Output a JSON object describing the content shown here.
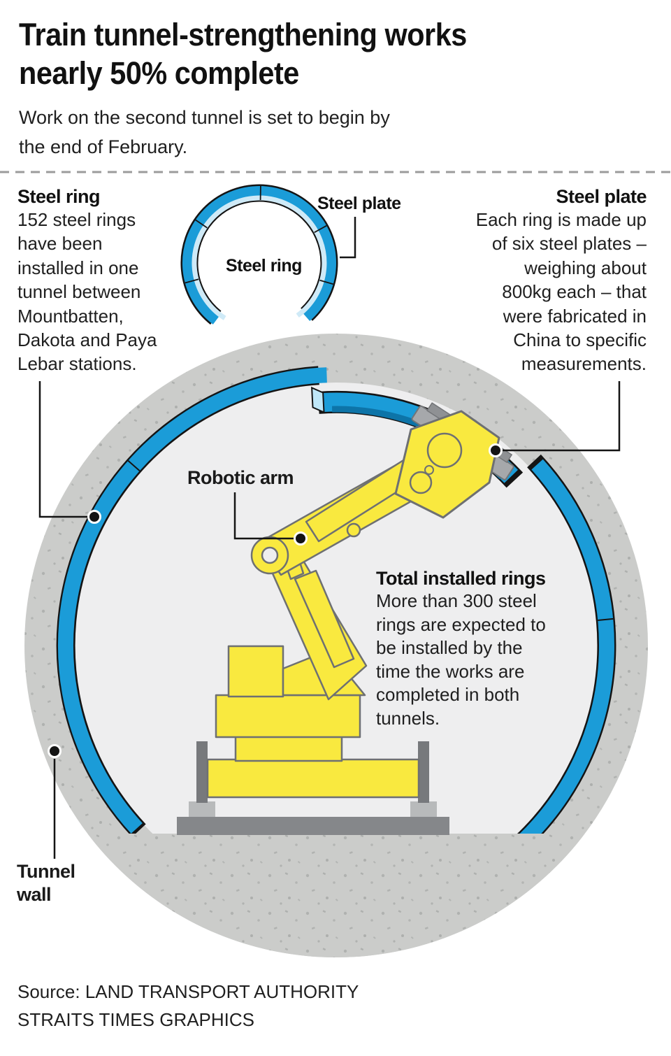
{
  "header": {
    "title_lines": [
      "Train tunnel-strengthening works",
      "nearly 50% complete"
    ],
    "subtitle_lines": [
      "Work on the second tunnel is set to begin by",
      "the end of February."
    ]
  },
  "mini_diagram": {
    "ring_label": "Steel ring",
    "plate_label": "Steel plate"
  },
  "blocks": {
    "steel_ring": {
      "heading": "Steel ring",
      "lines": [
        "152 steel rings",
        "have been",
        "installed in one",
        "tunnel between",
        "Mountbatten,",
        "Dakota and Paya",
        "Lebar stations."
      ]
    },
    "steel_plate": {
      "heading": "Steel plate",
      "lines": [
        "Each ring is made up",
        "of six steel plates –",
        "weighing about",
        "800kg each – that",
        "were fabricated in",
        "China to specific",
        "measurements."
      ]
    },
    "total_rings": {
      "heading": "Total installed rings",
      "lines": [
        "More than 300 steel",
        "rings are expected to",
        "be installed by the",
        "time the works are",
        "completed in both",
        "tunnels."
      ]
    },
    "robotic_arm_label": "Robotic arm",
    "tunnel_wall_lines": [
      "Tunnel",
      "wall"
    ]
  },
  "footer": {
    "source_lines": [
      "Source: LAND TRANSPORT AUTHORITY",
      "STRAITS TIMES GRAPHICS"
    ]
  },
  "colors": {
    "steel_blue": "#1b9cd8",
    "steel_blue_dark": "#0d74a8",
    "steel_blue_light": "#bfe7f8",
    "tunnel_wall_gray": "#cbccca",
    "tunnel_interior_gray": "#eeeeef",
    "machine_yellow": "#f9e93f",
    "machine_gray": "#77797c",
    "outline_black": "#141414"
  }
}
